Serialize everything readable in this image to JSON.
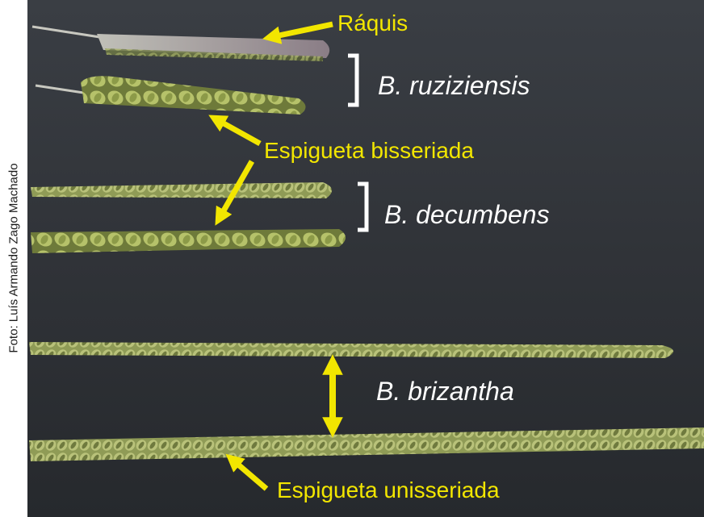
{
  "credit": "Foto: Luís Armando Zago Machado",
  "labels": {
    "raquis": "Ráquis",
    "ruziziensis": "B. ruziziensis",
    "bisseriada": "Espigueta bisseriada",
    "decumbens": "B. decumbens",
    "brizantha": "B. brizantha",
    "unisseriada": "Espigueta unisseriada"
  },
  "colors": {
    "background": "#2f3236",
    "label_yellow": "#f2e600",
    "species_white": "#ffffff",
    "spike_green": "#9aa85c"
  }
}
